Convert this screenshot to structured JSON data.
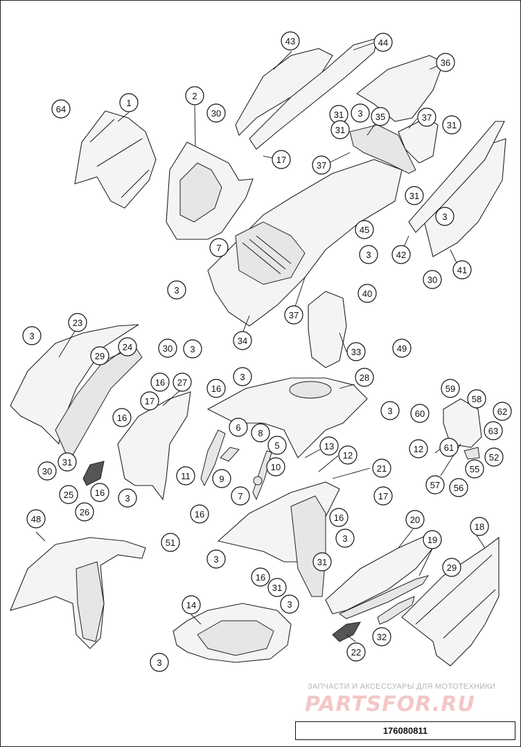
{
  "diagram": {
    "callouts": [
      "1",
      "2",
      "3",
      "3",
      "3",
      "3",
      "3",
      "3",
      "3",
      "3",
      "3",
      "3",
      "3",
      "3",
      "3",
      "5",
      "6",
      "7",
      "7",
      "8",
      "9",
      "10",
      "11",
      "12",
      "12",
      "13",
      "14",
      "16",
      "16",
      "16",
      "16",
      "16",
      "16",
      "16",
      "17",
      "17",
      "17",
      "18",
      "19",
      "20",
      "21",
      "22",
      "23",
      "24",
      "25",
      "26",
      "27",
      "28",
      "29",
      "29",
      "30",
      "30",
      "30",
      "30",
      "31",
      "31",
      "31",
      "31",
      "31",
      "31",
      "31",
      "32",
      "33",
      "34",
      "35",
      "36",
      "37",
      "37",
      "37",
      "40",
      "41",
      "42",
      "43",
      "44",
      "45",
      "48",
      "49",
      "51",
      "52",
      "55",
      "56",
      "57",
      "58",
      "59",
      "60",
      "61",
      "62",
      "63",
      "64"
    ]
  },
  "watermark": {
    "caption": "ЗАПЧАСТИ И АКСЕССУАРЫ ДЛЯ МОТОТЕХНИКИ",
    "brand": "PARTSFOR.RU"
  },
  "drawing_code": "176080811"
}
